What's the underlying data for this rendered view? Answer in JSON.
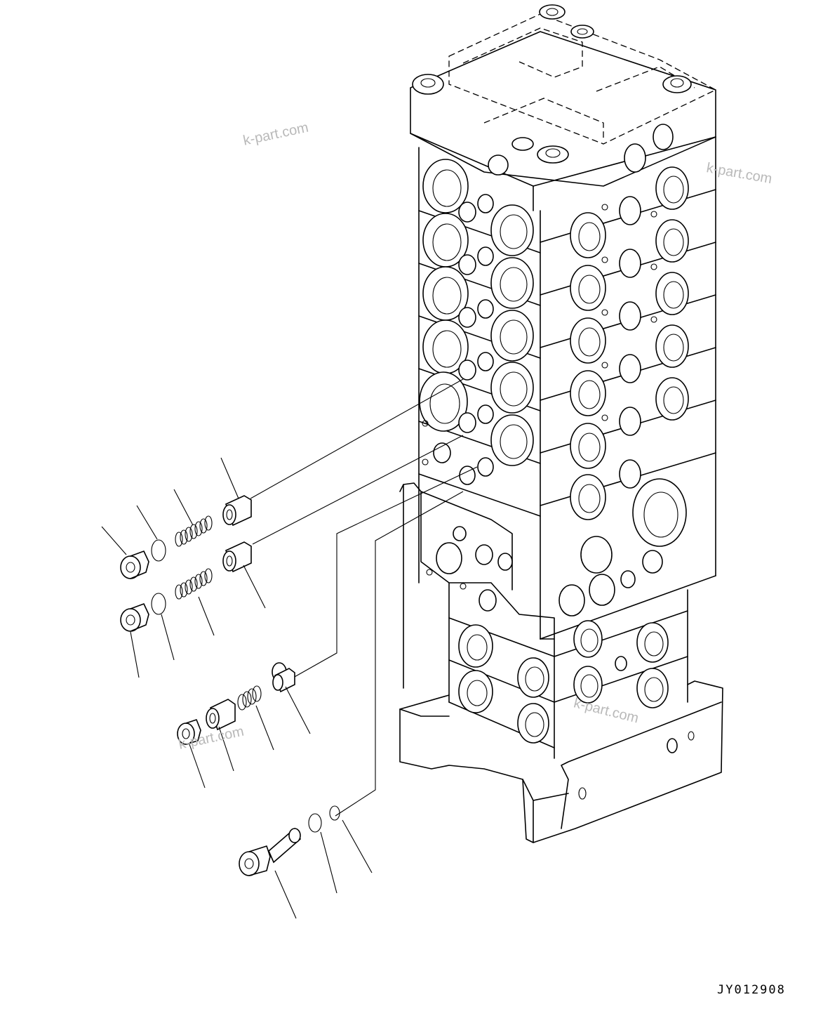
{
  "watermarks": [
    "k-part.com",
    "k-part.com",
    "k-part.com",
    "k-part.com"
  ],
  "drawing_number": "JY012908"
}
